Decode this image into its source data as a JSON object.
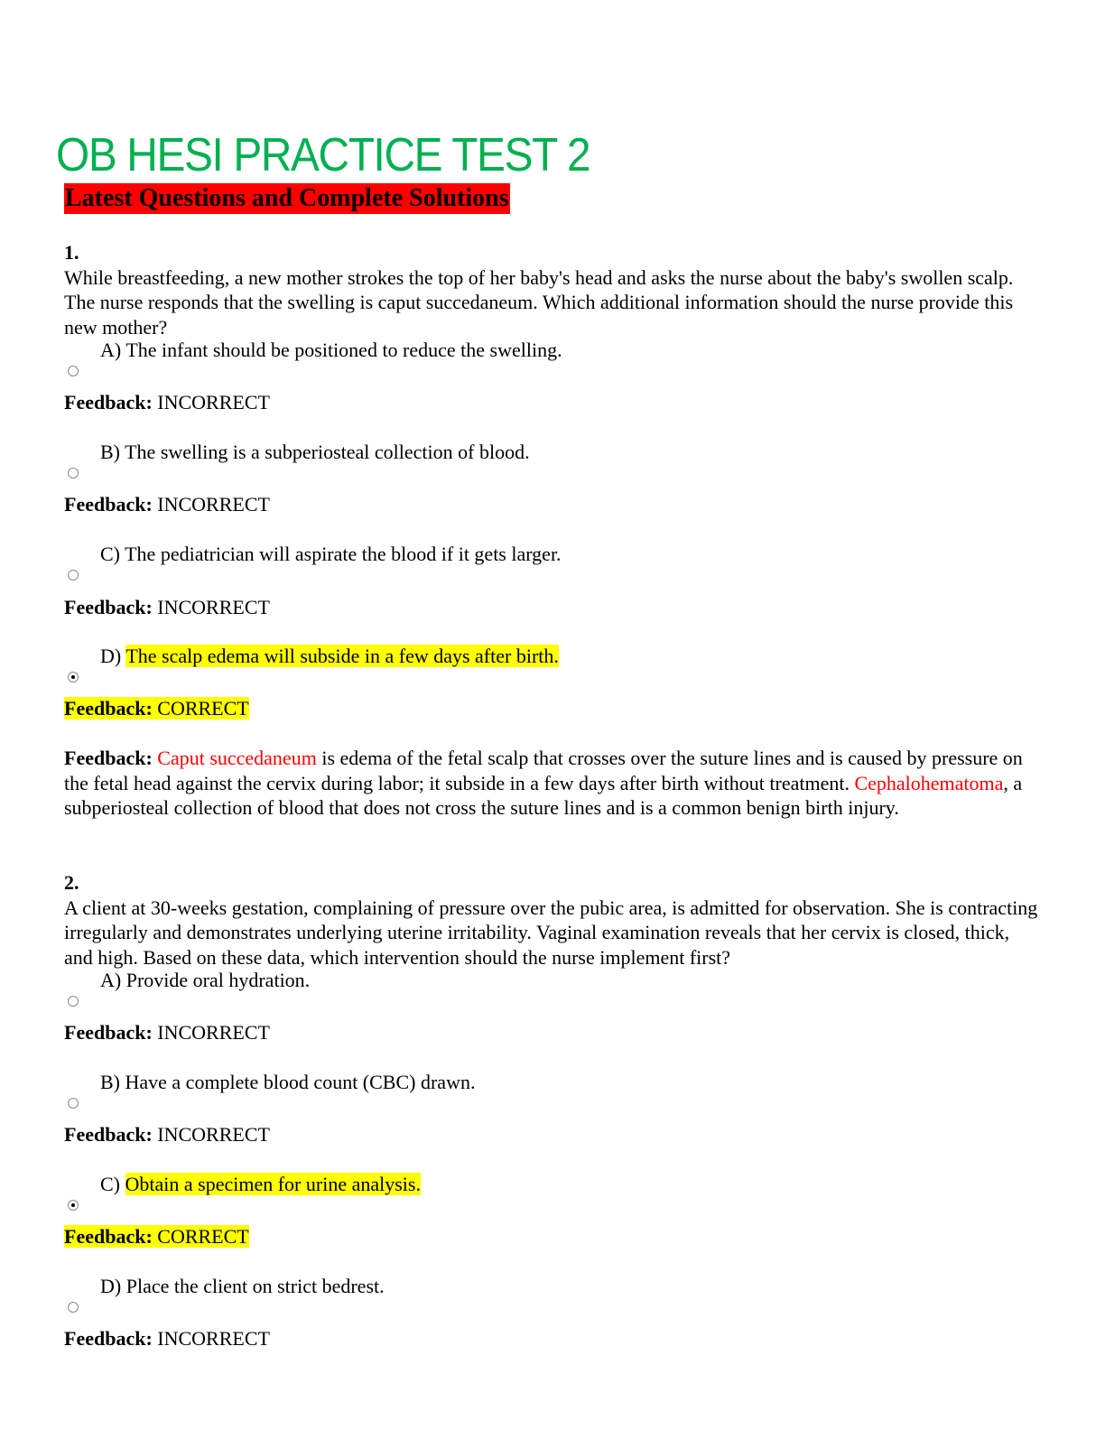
{
  "title": "OB HESI PRACTICE TEST 2",
  "subtitle": "Latest Questions and Complete Solutions",
  "q1": {
    "number": "1.",
    "text": "While breastfeeding, a new mother strokes the top of her baby's head and asks the nurse about the baby's swollen scalp. The nurse responds that the swelling is caput succedaneum. Which additional information should the nurse provide this new mother?",
    "options": [
      {
        "letter": "A)",
        "text": "The infant should be positioned to reduce the swelling.",
        "feedback_label": "Feedback:",
        "feedback": "INCORRECT"
      },
      {
        "letter": "B)",
        "text": "The swelling is a subperiosteal collection of blood.",
        "feedback_label": "Feedback:",
        "feedback": "INCORRECT"
      },
      {
        "letter": "C)",
        "text": "The pediatrician will aspirate the blood if it gets larger.",
        "feedback_label": "Feedback:",
        "feedback": "INCORRECT"
      },
      {
        "letter": "D)",
        "text": "The scalp edema will subside in a few days after birth.",
        "feedback_label": "Feedback:",
        "feedback": "CORRECT"
      }
    ],
    "rationale": {
      "label": "Feedback:",
      "term1": "Caput succedaneum",
      "part1": " is edema of the fetal scalp that crosses over the suture lines and is caused by pressure on the fetal head against the cervix during labor; it subside in a few days after birth without treatment. ",
      "term2": "Cephalohematoma",
      "part2": ", a subperiosteal collection of blood that does not cross the suture lines and is a common benign birth injury."
    }
  },
  "q2": {
    "number": "2.",
    "text": "A client at 30-weeks gestation, complaining of pressure over the pubic area, is admitted for observation. She is contracting irregularly and demonstrates underlying uterine irritability. Vaginal examination reveals that her cervix is closed, thick, and high. Based on these data, which intervention should the nurse implement first?",
    "options": [
      {
        "letter": "A)",
        "text": "Provide oral hydration.",
        "feedback_label": "Feedback:",
        "feedback": "INCORRECT"
      },
      {
        "letter": "B)",
        "text": "Have a complete blood count (CBC) drawn.",
        "feedback_label": "Feedback:",
        "feedback": "INCORRECT"
      },
      {
        "letter": "C)",
        "text": "Obtain a specimen for urine analysis.",
        "feedback_label": "Feedback:",
        "feedback": "CORRECT"
      },
      {
        "letter": "D)",
        "text": "Place the client on strict bedrest.",
        "feedback_label": "Feedback:",
        "feedback": "INCORRECT"
      }
    ]
  }
}
